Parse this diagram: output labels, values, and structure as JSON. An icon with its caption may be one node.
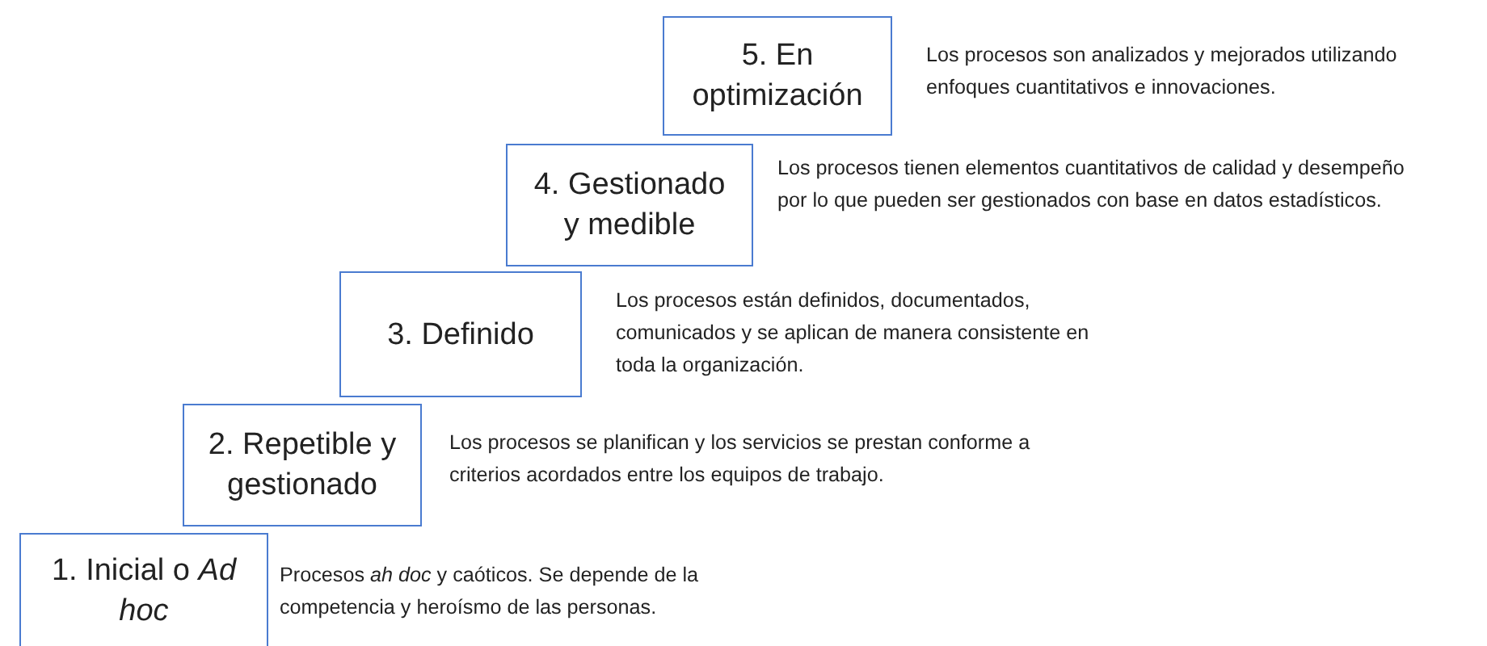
{
  "diagram": {
    "nodes": [
      {
        "text": [
          "5. En optimización"
        ],
        "beside": [
          "Los procesos son analizados y mejorados utilizando enfoques cuantitativos e innovaciones."
        ]
      },
      {
        "text": [
          "4. Gestionado y medible"
        ],
        "beside": [
          "Los procesos tienen elementos cuantitativos de calidad y desempeño por lo que pueden ser gestionados con base en datos estadísticos."
        ]
      },
      {
        "text": [
          "3. Definido"
        ],
        "beside": [
          "Los procesos están definidos, documentados, comunicados y se aplican de manera consistente en toda la organización."
        ]
      },
      {
        "text": [
          "2. Repetible y gestionado"
        ],
        "beside": [
          "Los procesos se planifican y los servicios se prestan conforme a criterios acordados entre los equipos de trabajo."
        ]
      },
      {
        "text": [
          "1. Inicial o *Ad hoc*"
        ],
        "beside": [
          "Procesos *ah doc* y caóticos. Se depende de la competencia y heroísmo de las personas."
        ]
      }
    ]
  }
}
